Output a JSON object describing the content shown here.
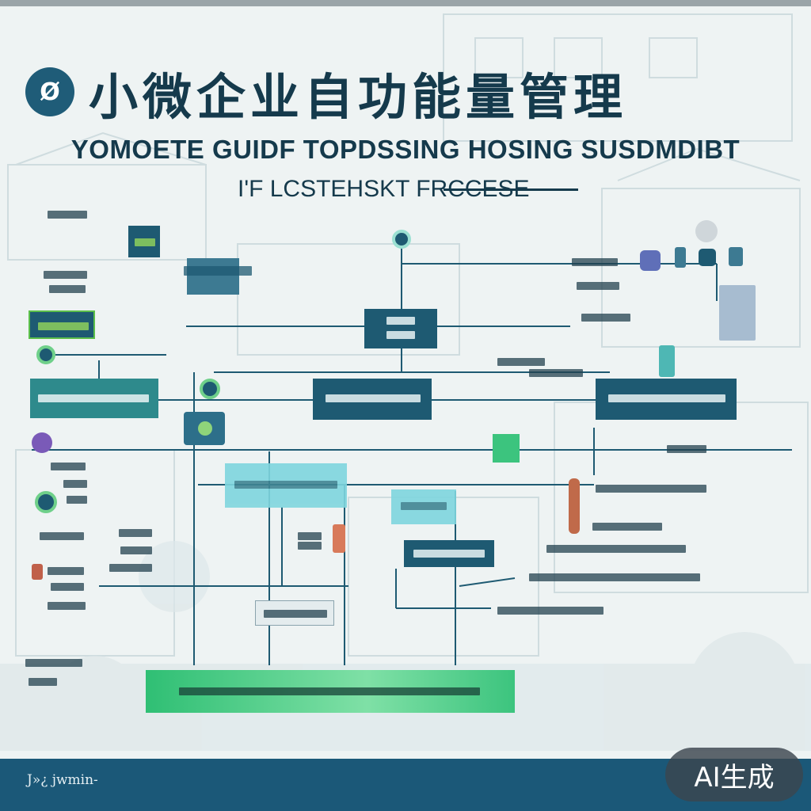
{
  "header": {
    "logo_glyph": "Ø",
    "title_cjk": "小微企业自功能量管理",
    "title_en": "YOMOETE GUIDF TOPDSSING HOSING SUSDMDIBT",
    "subtitle": "I'F LCSTEHSKT FRCCESE"
  },
  "footer": {
    "text": "J»¿ jwmin-",
    "color": "#1b5878"
  },
  "watermark": {
    "label": "AI生成"
  },
  "colors": {
    "dark_box": "#1e5a72",
    "teal_box": "#2e8a8c",
    "cyan_box": "#7fd6de",
    "green_box": "#3cc47e",
    "line": "#1e5a72",
    "text_dark": "#153a4c"
  },
  "icons": {
    "logo": "circle-logo-icon",
    "top_node": "node-dot-icon",
    "monitor": "monitor-icon",
    "document": "document-icon",
    "person": "person-icon",
    "house": "house-icon",
    "gauge": "gauge-icon"
  }
}
